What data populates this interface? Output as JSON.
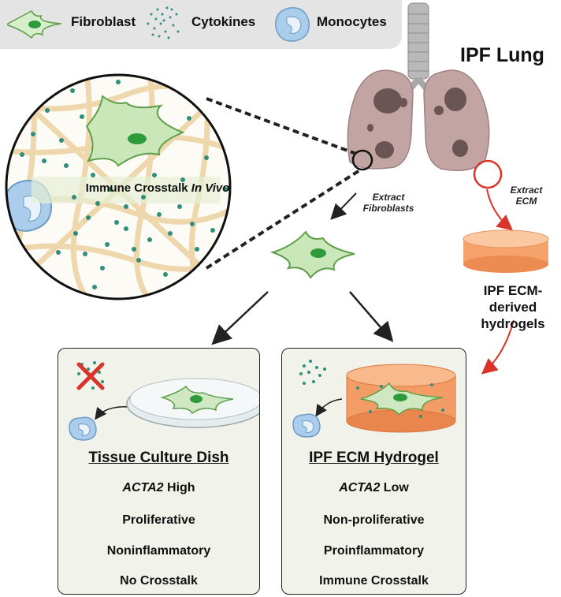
{
  "legend": {
    "items": [
      {
        "label": "Fibroblast",
        "icon": "fibroblast-icon"
      },
      {
        "label": "Cytokines",
        "icon": "cytokines-icon"
      },
      {
        "label": "Monocytes",
        "icon": "monocyte-icon"
      }
    ]
  },
  "lung_title": "IPF Lung",
  "extract_fibroblasts": "Extract\nFibroblasts",
  "extract_ecm": "Extract\nECM",
  "hydrogel_label": "IPF ECM-derived\nhydrogels",
  "zoom_label": {
    "prefix": "Immune Crosstalk ",
    "italic": "In Vivo"
  },
  "panels": {
    "dish": {
      "title": "Tissue Culture Dish",
      "gene": "ACTA2",
      "gene_level": " High",
      "lines": [
        "Proliferative",
        "Noninflammatory",
        "No Crosstalk"
      ]
    },
    "hydrogel": {
      "title": "IPF ECM Hydrogel",
      "gene": "ACTA2",
      "gene_level": " Low",
      "lines": [
        "Non-proliferative",
        "Proinflammatory",
        "Immune Crosstalk"
      ]
    }
  },
  "colors": {
    "fibroblast_fill": "#d6eec9",
    "fibroblast_stroke": "#5f9e4a",
    "nucleus": "#2e9a3c",
    "cytokine": "#2f8f7c",
    "monocyte": "#9fc7e6",
    "ecm_fiber": "#f0d2a3",
    "lung": "#b99a98",
    "hydrogel": "#f6a36b",
    "red_arrow": "#d9342b",
    "panel_bg": "#f1f2ea"
  }
}
